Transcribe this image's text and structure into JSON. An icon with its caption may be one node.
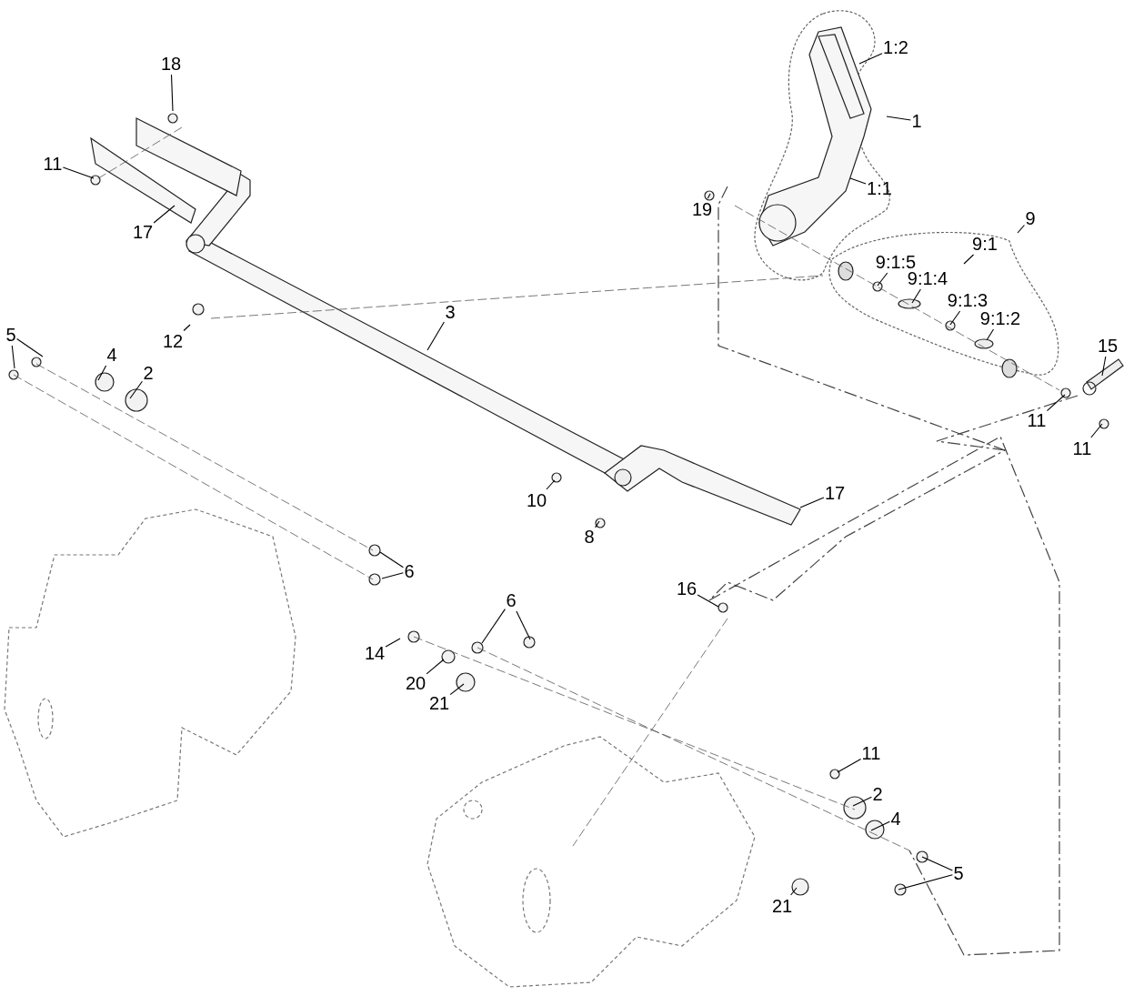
{
  "diagram": {
    "nodes": [
      {
        "text": [
          "18"
        ]
      },
      {
        "text": [
          "1:2"
        ]
      },
      {
        "text": [
          "1"
        ]
      },
      {
        "text": [
          "11"
        ]
      },
      {
        "text": [
          "19"
        ]
      },
      {
        "text": [
          "1:1"
        ]
      },
      {
        "text": [
          "9"
        ]
      },
      {
        "text": [
          "17"
        ]
      },
      {
        "text": [
          "9:1"
        ]
      },
      {
        "text": [
          "9:1:5"
        ]
      },
      {
        "text": [
          "9:1:4"
        ]
      },
      {
        "text": [
          "9:1:3"
        ]
      },
      {
        "text": [
          "9:1:2"
        ]
      },
      {
        "text": [
          "3"
        ]
      },
      {
        "text": [
          "5"
        ]
      },
      {
        "text": [
          "4"
        ]
      },
      {
        "text": [
          "2"
        ]
      },
      {
        "text": [
          "12"
        ]
      },
      {
        "text": [
          "15"
        ]
      },
      {
        "text": [
          "11"
        ]
      },
      {
        "text": [
          "11"
        ]
      },
      {
        "text": [
          "17"
        ]
      },
      {
        "text": [
          "10"
        ]
      },
      {
        "text": [
          "8"
        ]
      },
      {
        "text": [
          "6"
        ]
      },
      {
        "text": [
          "16"
        ]
      },
      {
        "text": [
          "6"
        ]
      },
      {
        "text": [
          "14"
        ]
      },
      {
        "text": [
          "20"
        ]
      },
      {
        "text": [
          "21"
        ]
      },
      {
        "text": [
          "11"
        ]
      },
      {
        "text": [
          "2"
        ]
      },
      {
        "text": [
          "4"
        ]
      },
      {
        "text": [
          "5"
        ]
      },
      {
        "text": [
          "21"
        ]
      }
    ],
    "edges": [
      {
        "from": 0,
        "to": null,
        "arrow": "none"
      },
      {
        "from": 1,
        "to": null,
        "arrow": "none"
      },
      {
        "from": 2,
        "to": null,
        "arrow": "none"
      },
      {
        "from": 3,
        "to": null,
        "arrow": "none"
      },
      {
        "from": 4,
        "to": null,
        "arrow": "none"
      },
      {
        "from": 5,
        "to": null,
        "arrow": "none"
      },
      {
        "from": 6,
        "to": null,
        "arrow": "none"
      },
      {
        "from": 7,
        "to": null,
        "arrow": "none"
      },
      {
        "from": 8,
        "to": null,
        "arrow": "none"
      },
      {
        "from": 9,
        "to": null,
        "arrow": "none"
      },
      {
        "from": 10,
        "to": null,
        "arrow": "none"
      },
      {
        "from": 11,
        "to": null,
        "arrow": "none"
      },
      {
        "from": 12,
        "to": null,
        "arrow": "none"
      },
      {
        "from": 13,
        "to": null,
        "arrow": "none"
      },
      {
        "from": 14,
        "to": null,
        "arrow": "none"
      },
      {
        "from": 14,
        "to": null,
        "arrow": "none"
      },
      {
        "from": 15,
        "to": null,
        "arrow": "none"
      },
      {
        "from": 16,
        "to": null,
        "arrow": "none"
      },
      {
        "from": 17,
        "to": null,
        "arrow": "none"
      },
      {
        "from": 18,
        "to": null,
        "arrow": "none"
      },
      {
        "from": 19,
        "to": null,
        "arrow": "none"
      },
      {
        "from": 20,
        "to": null,
        "arrow": "none"
      },
      {
        "from": 21,
        "to": null,
        "arrow": "none"
      },
      {
        "from": 22,
        "to": null,
        "arrow": "none"
      },
      {
        "from": 23,
        "to": null,
        "arrow": "none"
      },
      {
        "from": 24,
        "to": null,
        "arrow": "none"
      },
      {
        "from": 24,
        "to": null,
        "arrow": "none"
      },
      {
        "from": 25,
        "to": null,
        "arrow": "none"
      },
      {
        "from": 26,
        "to": null,
        "arrow": "none"
      },
      {
        "from": 26,
        "to": null,
        "arrow": "none"
      },
      {
        "from": 27,
        "to": null,
        "arrow": "none"
      },
      {
        "from": 28,
        "to": null,
        "arrow": "none"
      },
      {
        "from": 29,
        "to": null,
        "arrow": "none"
      },
      {
        "from": 30,
        "to": null,
        "arrow": "none"
      },
      {
        "from": 31,
        "to": null,
        "arrow": "none"
      },
      {
        "from": 32,
        "to": null,
        "arrow": "none"
      },
      {
        "from": 33,
        "to": null,
        "arrow": "none"
      },
      {
        "from": 33,
        "to": null,
        "arrow": "none"
      },
      {
        "from": 34,
        "to": null,
        "arrow": "none"
      }
    ]
  }
}
